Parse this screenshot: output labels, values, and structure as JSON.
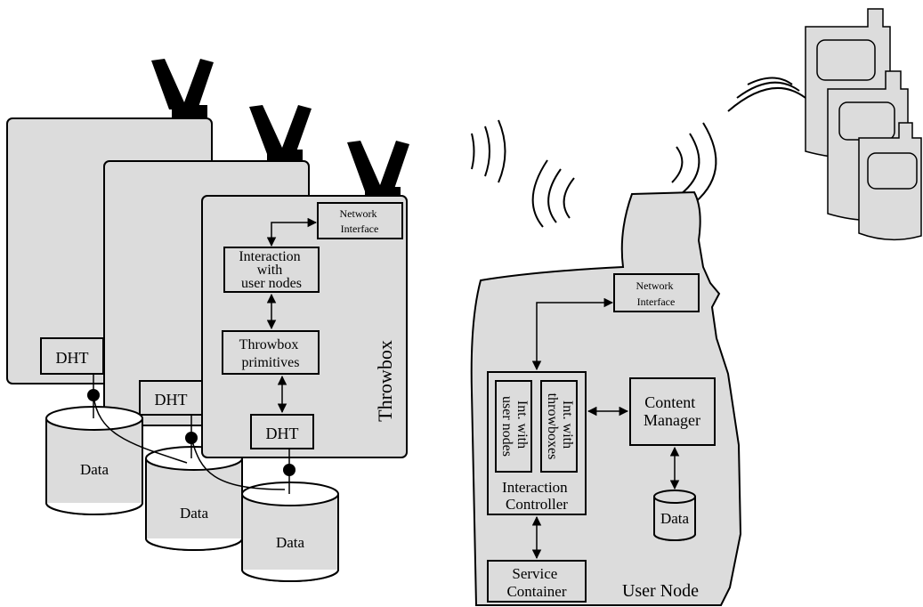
{
  "colors": {
    "body": "#dcdcdc",
    "line": "#000000",
    "antenna": "#000000",
    "background": "#ffffff"
  },
  "throwbox": {
    "title": "Throwbox",
    "network_interface": [
      "Network",
      "Interface"
    ],
    "interaction": [
      "Interaction",
      "with",
      "user nodes"
    ],
    "primitives": [
      "Throwbox",
      "primitives"
    ],
    "dht": "DHT",
    "back_dht_1": "DHT",
    "back_dht_2": "DHT",
    "data_1": "Data",
    "data_2": "Data",
    "data_3": "Data"
  },
  "user_node": {
    "title": "User Node",
    "network_interface": [
      "Network",
      "Interface"
    ],
    "int_user_nodes": [
      "Int. with",
      "user nodes"
    ],
    "int_throwboxes": [
      "Int. with",
      "throwboxes"
    ],
    "interaction_controller": [
      "Interaction",
      "Controller"
    ],
    "content_manager": [
      "Content",
      "Manager"
    ],
    "data": "Data",
    "service_container": [
      "Service",
      "Container"
    ]
  }
}
